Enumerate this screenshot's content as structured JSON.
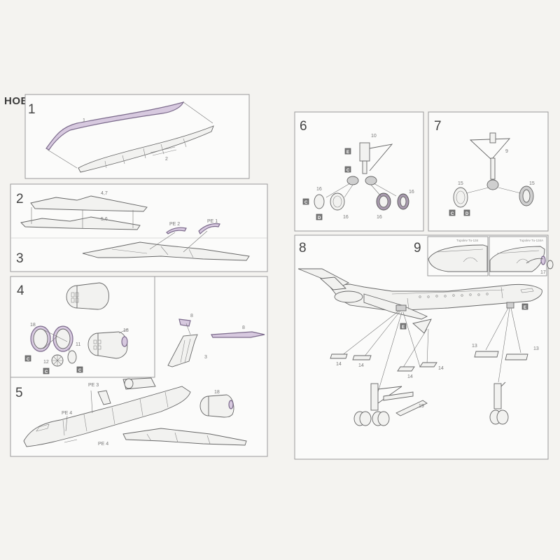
{
  "watermark": "HOBBYSHOP.CZ©",
  "colors": {
    "tag_fill": "#7a7a7a",
    "accent_purple": "#d7c9df",
    "panel_border": "#9a9a9a"
  },
  "steps": [
    {
      "number": "1",
      "parts": [
        "1",
        "2"
      ]
    },
    {
      "number": "2",
      "parts": [
        "4,7",
        "5,6"
      ]
    },
    {
      "number": "3",
      "parts": [
        "PE 2",
        "PE 1"
      ]
    },
    {
      "number": "4",
      "parts": [
        "18",
        "18",
        "11",
        "12"
      ]
    },
    {
      "number": "5",
      "parts": [
        "PE 4",
        "PE 3",
        "PE 4",
        "18",
        "8",
        "8",
        "3"
      ]
    },
    {
      "number": "6",
      "parts": [
        "10",
        "16",
        "16",
        "16",
        "16"
      ]
    },
    {
      "number": "7",
      "parts": [
        "9",
        "15",
        "15"
      ]
    },
    {
      "number": "8",
      "parts": [
        "14",
        "14",
        "14",
        "14",
        "13",
        "13",
        "19"
      ]
    },
    {
      "number": "9",
      "parts": [
        "17"
      ],
      "captions": [
        "Tupolev Tu-134",
        "Tupolev Tu-134A"
      ]
    }
  ],
  "tags": {
    "E": "E",
    "C": "C",
    "D": "D"
  }
}
